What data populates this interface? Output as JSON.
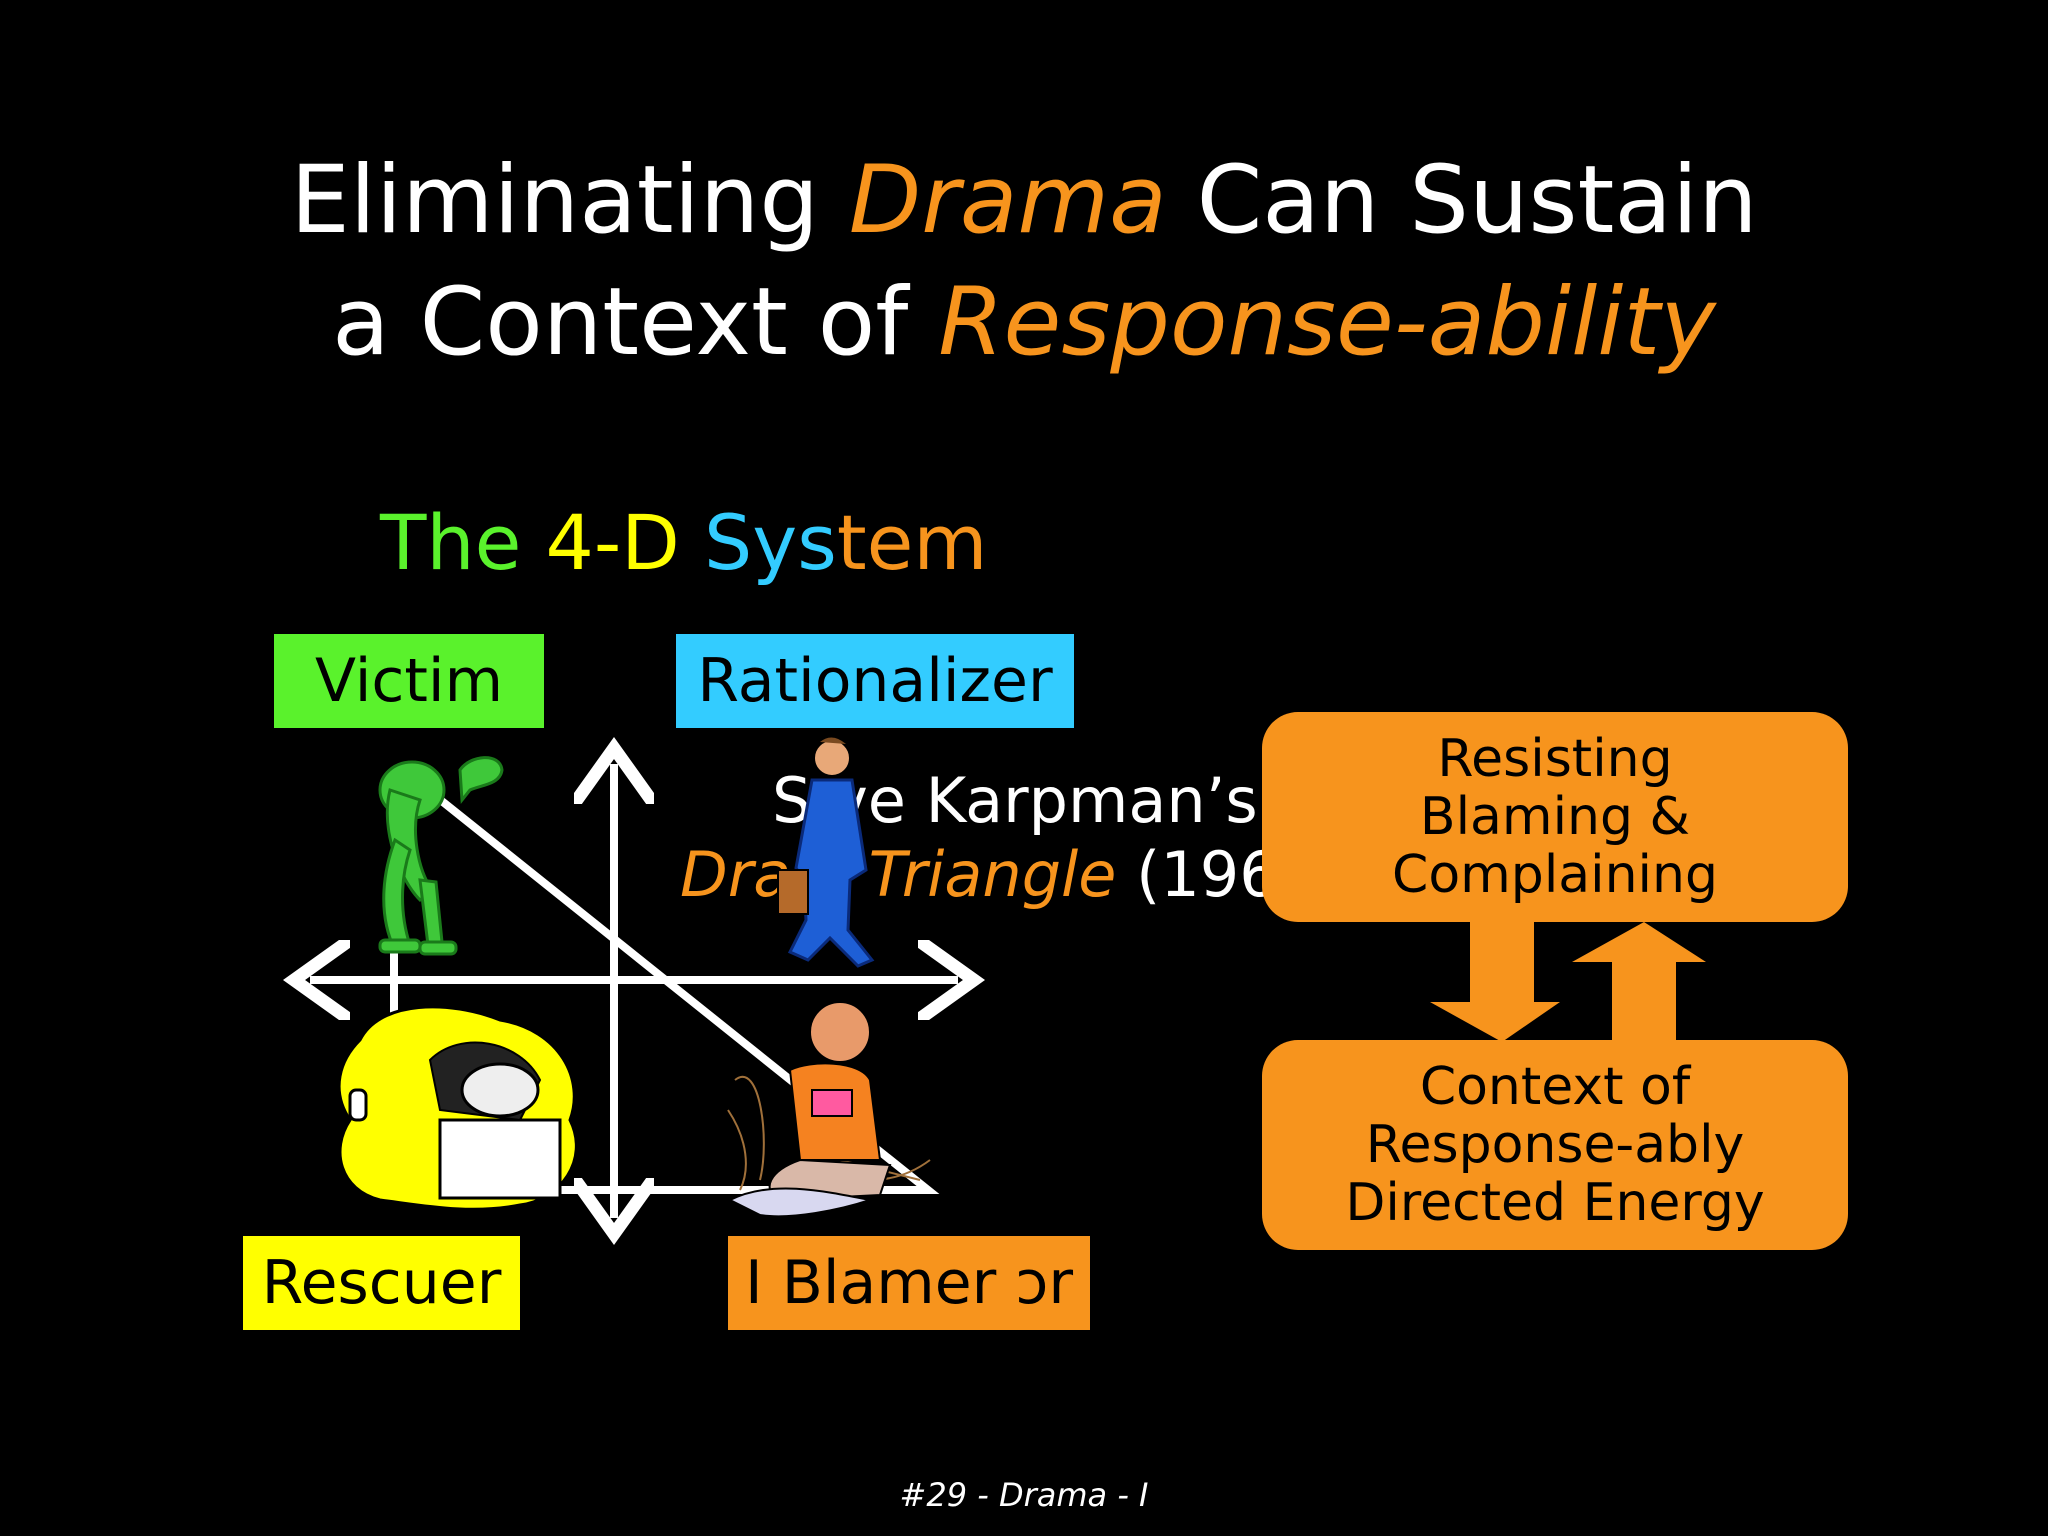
{
  "title": {
    "line1_a": "Eliminating ",
    "line1_b": "Drama",
    "line1_c": " Can Sustain",
    "line2_a": "a Context of ",
    "line2_b": "Response-ability"
  },
  "subtitle": {
    "the": "The ",
    "fourd": "4-D ",
    "sys": "Sys",
    "tem": "tem"
  },
  "roles": {
    "victim": "Victim",
    "rationalizer": "Rationalizer",
    "rescuer": "Rescuer",
    "blamer": "I Blamer ɔr"
  },
  "karpman": {
    "line1": "S  ve Karpman’s",
    "line2_hl": "Dra  a Triangle",
    "line2_rest": " (196"
  },
  "boxes": {
    "top": [
      "Resisting",
      "Blaming &",
      "Complaining"
    ],
    "bottom": [
      "Context of",
      "Response-ably",
      "Directed Energy"
    ]
  },
  "footer": "#29 - Drama - I",
  "colors": {
    "green": "#5af22c",
    "yellow": "#ffff00",
    "blue": "#33ccff",
    "orange": "#f7941d"
  },
  "icons": [
    "stooped-figure-icon",
    "walking-businessman-icon",
    "slumped-at-desk-icon",
    "sitting-old-man-icon"
  ]
}
